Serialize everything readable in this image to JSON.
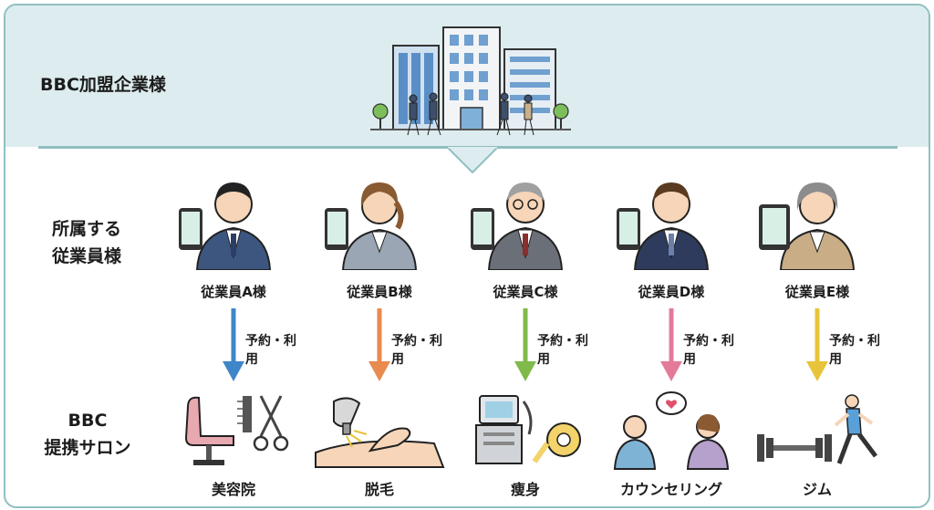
{
  "company": {
    "label": "BBC加盟企業様",
    "illustration": "office-buildings-with-workers"
  },
  "employees_section": {
    "label_line1": "所属する",
    "label_line2": "従業員様"
  },
  "salon_section": {
    "label_line1": "BBC",
    "label_line2": "提携サロン"
  },
  "columns": [
    {
      "employee": "従業員A様",
      "action": "予約・利用",
      "service": "美容院",
      "icon": "barber-chair-comb-scissors-icon",
      "arrow_color": "#3f86c8"
    },
    {
      "employee": "従業員B様",
      "action": "予約・利用",
      "service": "脱毛",
      "icon": "laser-hair-removal-icon",
      "arrow_color": "#e98a4e"
    },
    {
      "employee": "従業員C様",
      "action": "予約・利用",
      "service": "痩身",
      "icon": "body-machine-measuring-tape-icon",
      "arrow_color": "#7fba4a"
    },
    {
      "employee": "従業員D様",
      "action": "予約・利用",
      "service": "カウンセリング",
      "icon": "counseling-heart-icon",
      "arrow_color": "#e47a9a"
    },
    {
      "employee": "従業員E様",
      "action": "予約・利用",
      "service": "ジム",
      "icon": "dumbbell-runner-icon",
      "arrow_color": "#e8c43a"
    }
  ]
}
